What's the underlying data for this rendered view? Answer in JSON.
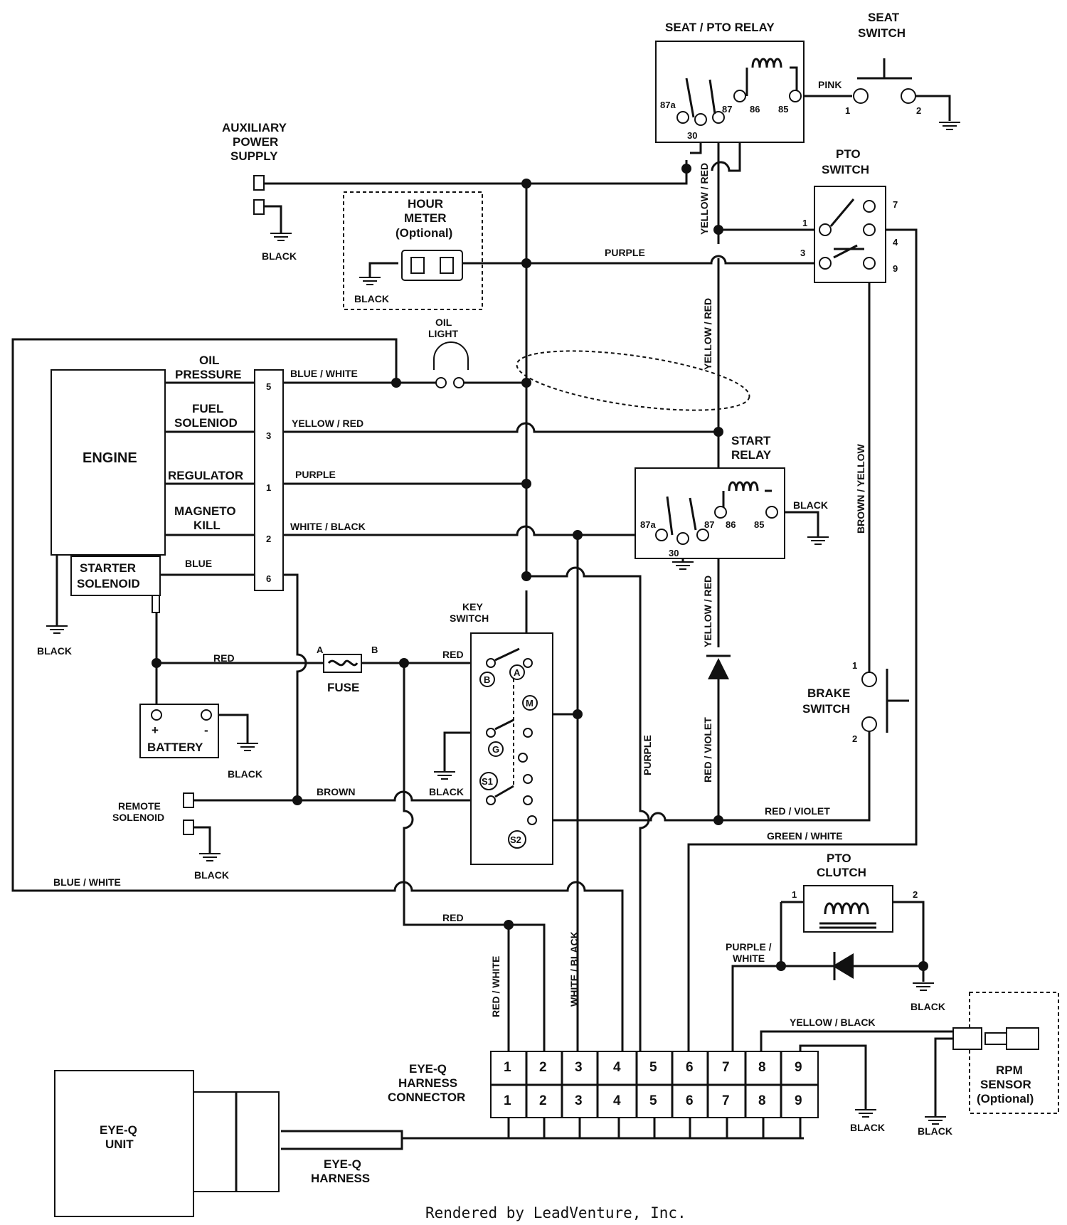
{
  "relays": {
    "seat_pto": {
      "title": "SEAT / PTO RELAY",
      "t87a": "87a",
      "t30": "30",
      "t87": "87",
      "t86": "86",
      "t85": "85"
    },
    "start": {
      "title_1": "START",
      "title_2": "RELAY",
      "t87a": "87a",
      "t30": "30",
      "t87": "87",
      "t86": "86",
      "t85": "85"
    }
  },
  "switches": {
    "seat": {
      "title_1": "SEAT",
      "title_2": "SWITCH",
      "pin1": "1",
      "pin2": "2"
    },
    "pto": {
      "title_1": "PTO",
      "title_2": "SWITCH",
      "pin1": "1",
      "pin3": "3",
      "pin7": "7",
      "pin4": "4",
      "pin9": "9"
    },
    "brake": {
      "title_1": "BRAKE",
      "title_2": "SWITCH",
      "pin1": "1",
      "pin2": "2"
    },
    "key": {
      "title_1": "KEY",
      "title_2": "SWITCH",
      "B": "B",
      "A": "A",
      "M": "M",
      "G": "G",
      "S1": "S1",
      "S2": "S2"
    }
  },
  "components": {
    "aux_power": {
      "line1": "AUXILIARY",
      "line2": "POWER",
      "line3": "SUPPLY"
    },
    "hour_meter": {
      "line1": "HOUR",
      "line2": "METER",
      "line3": "(Optional)"
    },
    "oil_light": {
      "line1": "OIL",
      "line2": "LIGHT"
    },
    "engine": "ENGINE",
    "engine_terms": {
      "oil_1": "OIL",
      "oil_2": "PRESSURE",
      "fuel_1": "FUEL",
      "fuel_2": "SOLENIOD",
      "regulator": "REGULATOR",
      "mag_1": "MAGNETO",
      "mag_2": "KILL"
    },
    "engine_pins": [
      "5",
      "3",
      "1",
      "2",
      "6"
    ],
    "starter_solenoid": {
      "line1": "STARTER",
      "line2": "SOLENOID"
    },
    "battery": {
      "label": "BATTERY",
      "plus": "+",
      "minus": "-"
    },
    "fuse": {
      "label": "FUSE",
      "a": "A",
      "b": "B"
    },
    "remote_solenoid": {
      "line1": "REMOTE",
      "line2": "SOLENOID"
    },
    "pto_clutch": {
      "line1": "PTO",
      "line2": "CLUTCH",
      "pin1": "1",
      "pin2": "2"
    },
    "rpm_sensor": {
      "line1": "RPM",
      "line2": "SENSOR",
      "line3": "(Optional)"
    },
    "eyeq_unit": {
      "line1": "EYE-Q",
      "line2": "UNIT"
    },
    "eyeq_harness": {
      "line1": "EYE-Q",
      "line2": "HARNESS"
    },
    "eyeq_connector": {
      "line1": "EYE-Q",
      "line2": "HARNESS",
      "line3": "CONNECTOR",
      "pins": [
        "1",
        "2",
        "3",
        "4",
        "5",
        "6",
        "7",
        "8",
        "9"
      ]
    }
  },
  "wires": {
    "pink": "PINK",
    "purple": "PURPLE",
    "yellow_red": "YELLOW / RED",
    "blue_white": "BLUE / WHITE",
    "white_black": "WHITE / BLACK",
    "blue": "BLUE",
    "red": "RED",
    "brown": "BROWN",
    "brown_yellow": "BROWN / YELLOW",
    "red_violet": "RED / VIOLET",
    "green_white": "GREEN / WHITE",
    "red_white": "RED / WHITE",
    "purple_white_1": "PURPLE /",
    "purple_white_2": "WHITE",
    "yellow_black": "YELLOW / BLACK",
    "black": "BLACK"
  },
  "footer": "Rendered by LeadVenture, Inc."
}
